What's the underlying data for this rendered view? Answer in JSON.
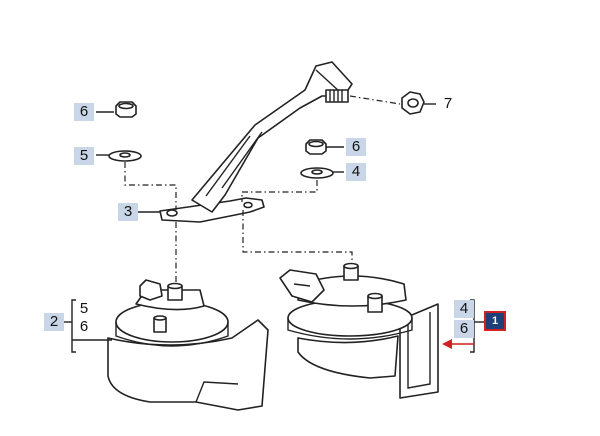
{
  "callouts": {
    "c1": "1",
    "c2": "2",
    "c3": "3",
    "c4_nut": "4",
    "c4_right": "4",
    "c5_top": "5",
    "c5_left": "5",
    "c6_top": "6",
    "c6_nut": "6",
    "c6_left": "6",
    "c6_right": "6",
    "c7": "7"
  },
  "colors": {
    "callout_bg": "#c9d6e8",
    "selected_bg": "#1f3f78",
    "selected_border": "#d21f1f",
    "arrow": "#d21f1f"
  }
}
